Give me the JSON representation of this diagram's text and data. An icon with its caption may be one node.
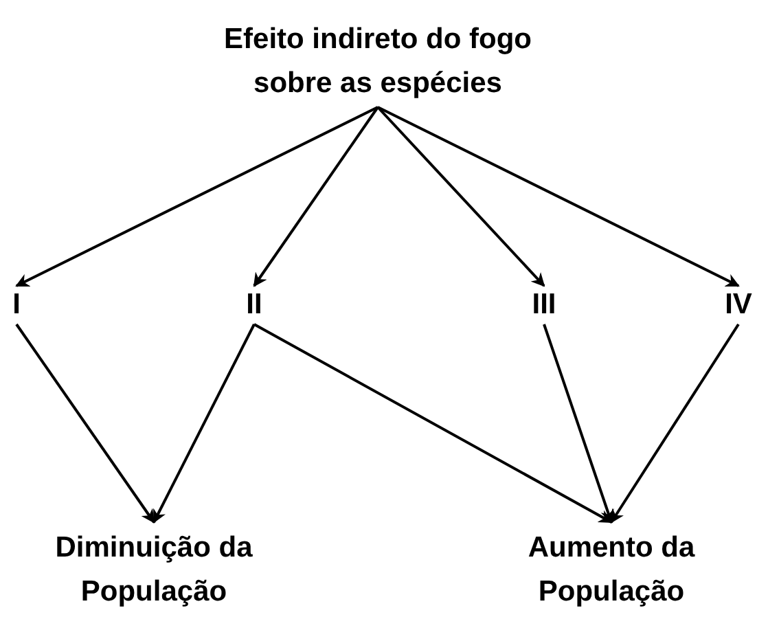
{
  "diagram": {
    "nodes": [
      {
        "text": [
          "Efeito indireto do fogo sobre as espécies"
        ]
      },
      {
        "text": [
          "I"
        ]
      },
      {
        "text": [
          "II"
        ]
      },
      {
        "text": [
          "III"
        ]
      },
      {
        "text": [
          "IV"
        ]
      },
      {
        "text": [
          "Diminuição da População"
        ]
      },
      {
        "text": [
          "Aumento da População"
        ]
      }
    ],
    "edges": [
      {
        "from": 0,
        "to": 1,
        "arrow": "to"
      },
      {
        "from": 0,
        "to": 2,
        "arrow": "to"
      },
      {
        "from": 0,
        "to": 3,
        "arrow": "to"
      },
      {
        "from": 0,
        "to": 4,
        "arrow": "to"
      },
      {
        "from": 1,
        "to": 5,
        "arrow": "to"
      },
      {
        "from": 2,
        "to": 5,
        "arrow": "to"
      },
      {
        "from": 2,
        "to": 6,
        "arrow": "to"
      },
      {
        "from": 3,
        "to": 6,
        "arrow": "to"
      },
      {
        "from": 4,
        "to": 6,
        "arrow": "to"
      }
    ]
  }
}
